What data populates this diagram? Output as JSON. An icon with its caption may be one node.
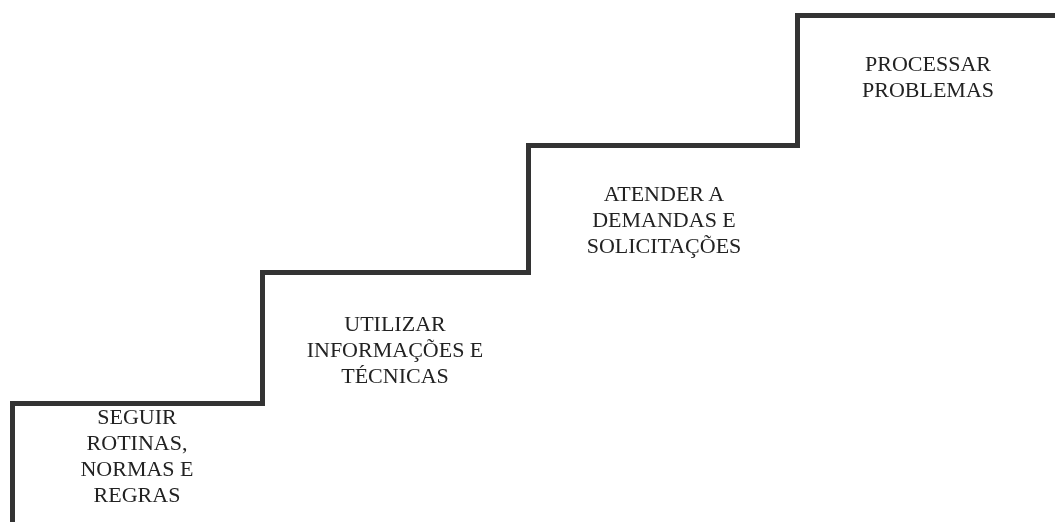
{
  "diagram": {
    "nodes": [
      {
        "text": [
          "SEGUIR ROTINAS, NORMAS E REGRAS"
        ]
      },
      {
        "text": [
          "UTILIZAR INFORMAÇÕES E TÉCNICAS"
        ]
      },
      {
        "text": [
          "ATENDER A DEMANDAS E SOLICITAÇÕES"
        ]
      },
      {
        "text": [
          "PROCESSAR PROBLEMAS"
        ]
      }
    ]
  }
}
